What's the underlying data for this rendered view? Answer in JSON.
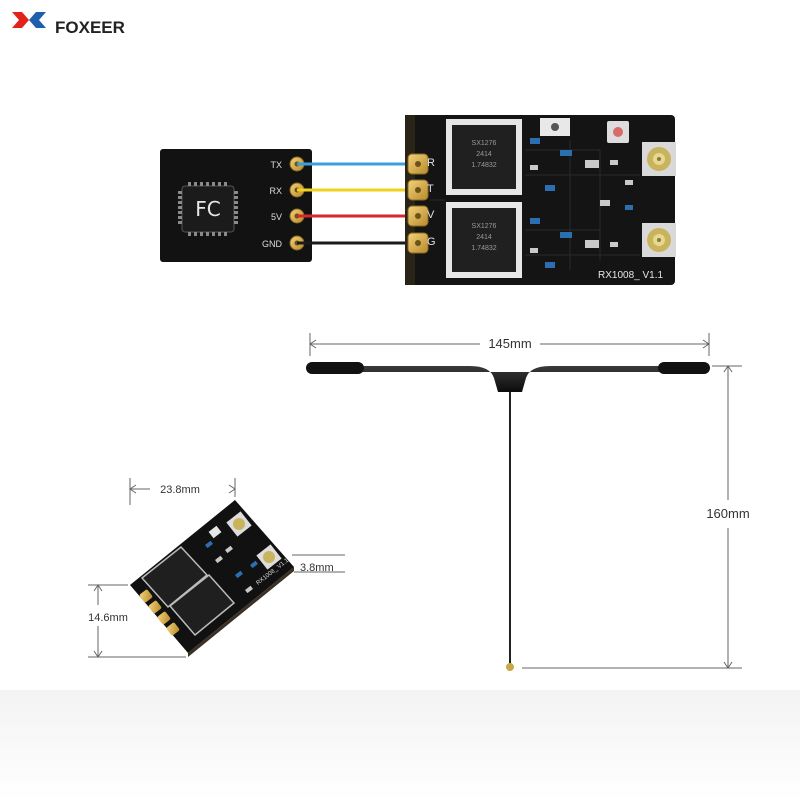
{
  "brand": {
    "name": "FOXEER",
    "logo_colors": [
      "#e2231a",
      "#1e5fae"
    ]
  },
  "fc_board": {
    "chip_label": "FC",
    "pins": [
      "TX",
      "RX",
      "5V",
      "GND"
    ]
  },
  "receiver": {
    "pad_labels": [
      "R",
      "T",
      "V",
      "G"
    ],
    "model_label": "RX1008_ V1.1",
    "chip_text": [
      "SX1276",
      "2414",
      "1.74832"
    ]
  },
  "wires": {
    "colors": [
      "#3aa0dc",
      "#f2d21b",
      "#d8262e",
      "#1a1a1a"
    ]
  },
  "dimensions": {
    "antenna_width": "145mm",
    "antenna_height": "160mm",
    "board_length": "23.8mm",
    "board_width": "14.6mm",
    "board_thickness": "3.8mm"
  }
}
